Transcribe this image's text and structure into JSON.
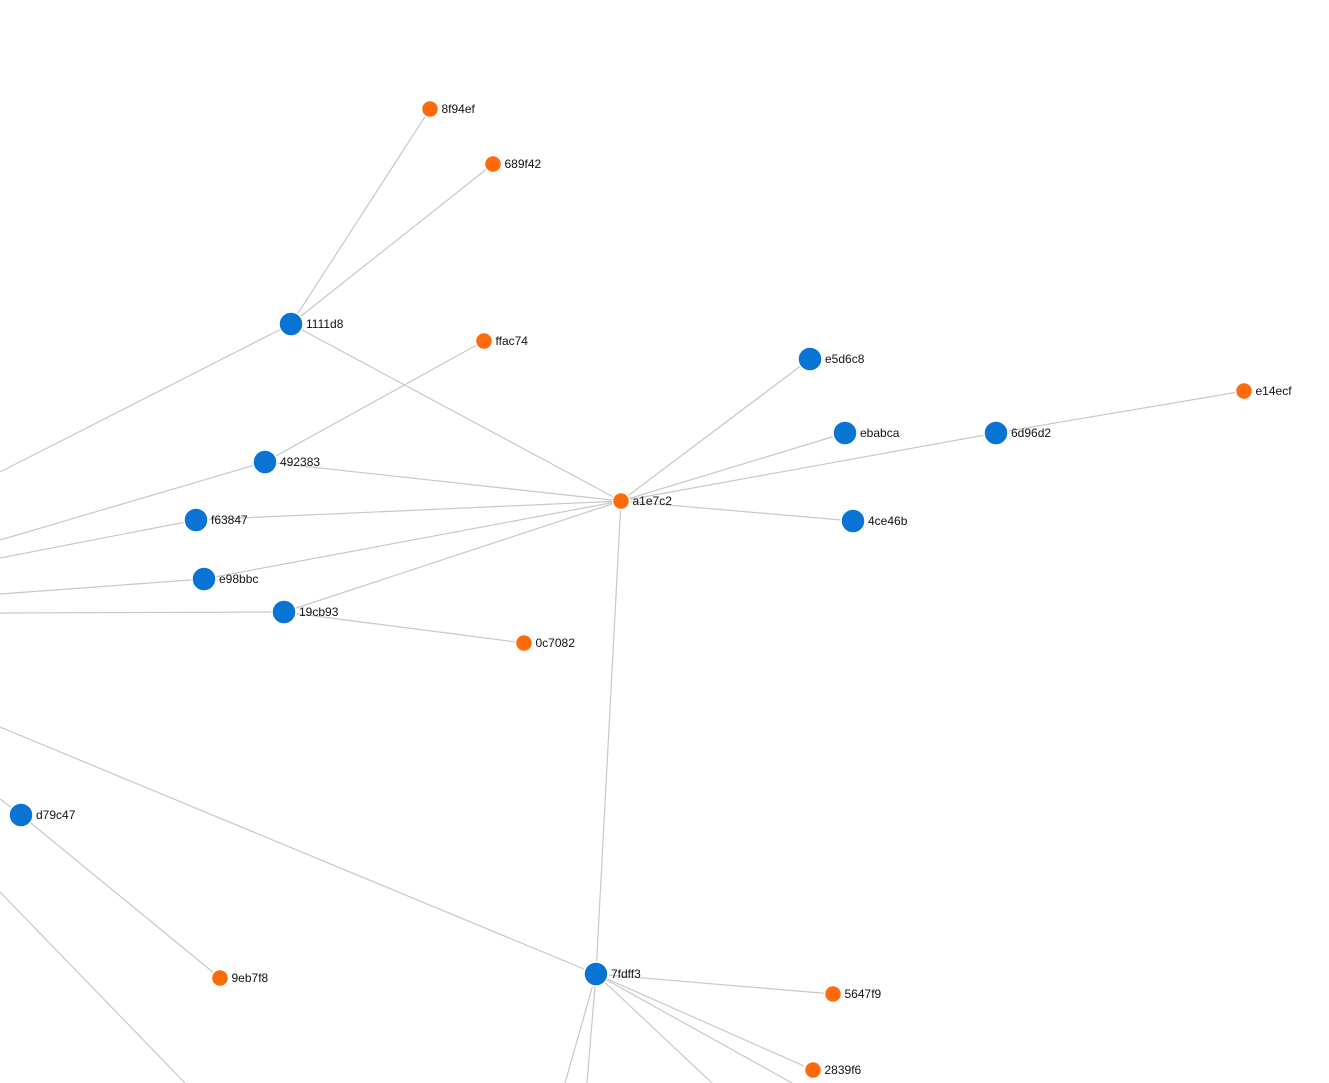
{
  "colors": {
    "blue": "#0a74d4",
    "orange": "#ff6a0a",
    "edge": "#c8c8c8",
    "background": "#ffffff"
  },
  "nodes": [
    {
      "id": "8f94ef",
      "color": "orange"
    },
    {
      "id": "689f42",
      "color": "orange"
    },
    {
      "id": "1111d8",
      "color": "blue"
    },
    {
      "id": "ffac74",
      "color": "orange"
    },
    {
      "id": "e5d6c8",
      "color": "blue"
    },
    {
      "id": "e14ecf",
      "color": "orange"
    },
    {
      "id": "ebabca",
      "color": "blue"
    },
    {
      "id": "6d96d2",
      "color": "blue"
    },
    {
      "id": "492383",
      "color": "blue"
    },
    {
      "id": "a1e7c2",
      "color": "orange"
    },
    {
      "id": "f63847",
      "color": "blue"
    },
    {
      "id": "4ce46b",
      "color": "blue"
    },
    {
      "id": "e98bbc",
      "color": "blue"
    },
    {
      "id": "19cb93",
      "color": "blue"
    },
    {
      "id": "0c7082",
      "color": "orange"
    },
    {
      "id": "d79c47",
      "color": "blue"
    },
    {
      "id": "9eb7f8",
      "color": "orange"
    },
    {
      "id": "7fdff3",
      "color": "blue"
    },
    {
      "id": "5647f9",
      "color": "orange"
    },
    {
      "id": "2839f6",
      "color": "orange"
    }
  ],
  "edges": [
    [
      "1111d8",
      "8f94ef"
    ],
    [
      "1111d8",
      "689f42"
    ],
    [
      "1111d8",
      "a1e7c2"
    ],
    [
      "492383",
      "ffac74"
    ],
    [
      "492383",
      "a1e7c2"
    ],
    [
      "a1e7c2",
      "e5d6c8"
    ],
    [
      "a1e7c2",
      "ebabca"
    ],
    [
      "a1e7c2",
      "6d96d2"
    ],
    [
      "6d96d2",
      "e14ecf"
    ],
    [
      "a1e7c2",
      "4ce46b"
    ],
    [
      "a1e7c2",
      "f63847"
    ],
    [
      "a1e7c2",
      "e98bbc"
    ],
    [
      "a1e7c2",
      "19cb93"
    ],
    [
      "a1e7c2",
      "7fdff3"
    ],
    [
      "19cb93",
      "0c7082"
    ],
    [
      "d79c47",
      "9eb7f8"
    ],
    [
      "7fdff3",
      "5647f9"
    ],
    [
      "7fdff3",
      "2839f6"
    ]
  ]
}
